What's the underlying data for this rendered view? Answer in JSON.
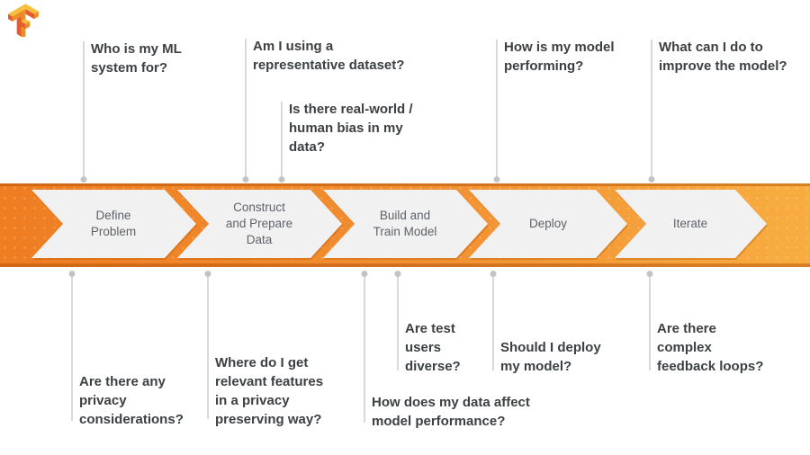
{
  "logo": {
    "name": "TensorFlow",
    "colors": {
      "dark": "#E55B2D",
      "mid": "#ED8E24",
      "light": "#F8BF3C"
    }
  },
  "banner": {
    "colors": {
      "gradient_left": "#ef7d22",
      "gradient_right": "#f8ad40",
      "edge": "#c8660a",
      "chevron_fill": "#f1f1f2",
      "label_color": "#5f6368"
    },
    "steps": [
      {
        "label": "Define\nProblem"
      },
      {
        "label": "Construct\nand Prepare\nData"
      },
      {
        "label": "Build and\nTrain Model"
      },
      {
        "label": "Deploy"
      },
      {
        "label": "Iterate"
      }
    ]
  },
  "questions": {
    "text_color": "#3c4043",
    "top": [
      {
        "text": "Who is my ML\nsystem for?"
      },
      {
        "text": "Am I using a\nrepresentative dataset?"
      },
      {
        "text": "Is there real-world /\nhuman bias in my\ndata?"
      },
      {
        "text": "How is my model\nperforming?"
      },
      {
        "text": "What can I do to\nimprove the model?"
      }
    ],
    "bottom": [
      {
        "text": "Are there any\nprivacy\nconsiderations?"
      },
      {
        "text": "Where do I get\nrelevant features\nin a privacy\npreserving way?"
      },
      {
        "text": "How does my data affect\nmodel performance?"
      },
      {
        "text": "Are test\nusers\ndiverse?"
      },
      {
        "text": "Should I deploy\nmy model?"
      },
      {
        "text": "Are there\ncomplex\nfeedback loops?"
      }
    ]
  }
}
